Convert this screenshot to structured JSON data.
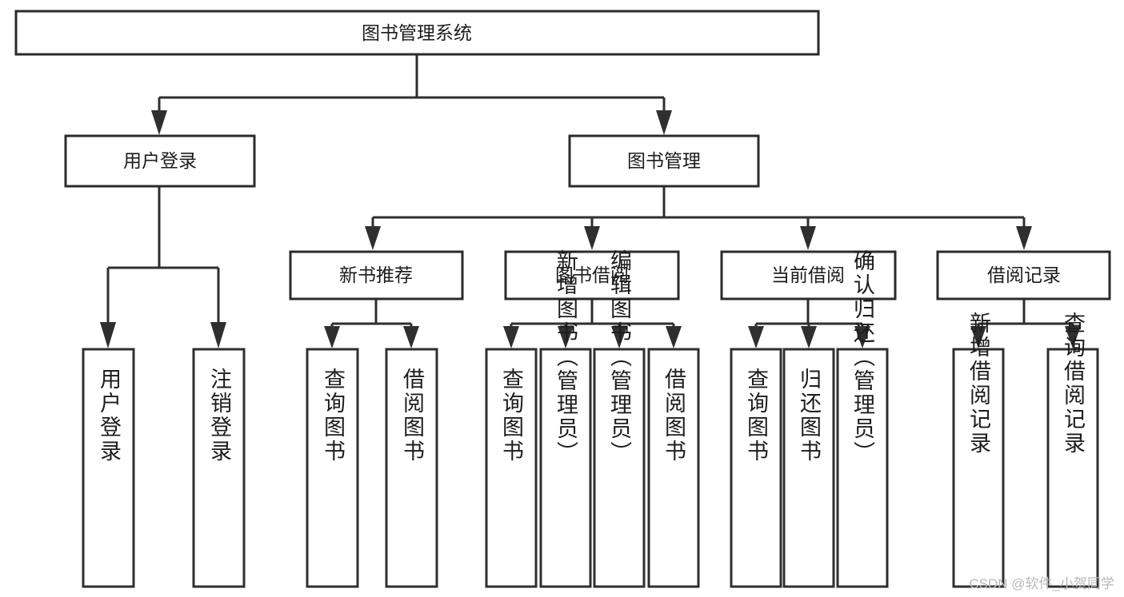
{
  "diagram": {
    "type": "hierarchy-tree",
    "title_node": {
      "label": "图书管理系统"
    },
    "level2": [
      {
        "label": "用户登录"
      },
      {
        "label": "图书管理"
      }
    ],
    "level3": [
      {
        "label": "新书推荐"
      },
      {
        "label": "图书借阅"
      },
      {
        "label": "当前借阅"
      },
      {
        "label": "借阅记录"
      }
    ],
    "leaves": {
      "user_login": [
        {
          "label": "用户登录"
        },
        {
          "label": "注销登录"
        }
      ],
      "new_book_recommend": [
        {
          "label": "查询图书"
        },
        {
          "label": "借阅图书"
        }
      ],
      "book_borrow": [
        {
          "label": "查询图书"
        },
        {
          "label": "新增图书（管理员）"
        },
        {
          "label": "编辑图书（管理员）"
        },
        {
          "label": "借阅图书"
        }
      ],
      "current_borrow": [
        {
          "label": "查询图书"
        },
        {
          "label": "归还图书"
        },
        {
          "label": "确认归还（管理员）"
        }
      ],
      "borrow_record": [
        {
          "label": "新增借阅记录"
        },
        {
          "label": "查询借阅记录"
        }
      ]
    }
  },
  "watermark": {
    "text": "CSDN @软件_小贺同学"
  },
  "colors": {
    "box_stroke": "#2f2f2f",
    "box_fill": "#ffffff",
    "text": "#1c1c1c",
    "connector": "#2f2f2f",
    "watermark": "#b9b9b9",
    "background": "#ffffff"
  }
}
